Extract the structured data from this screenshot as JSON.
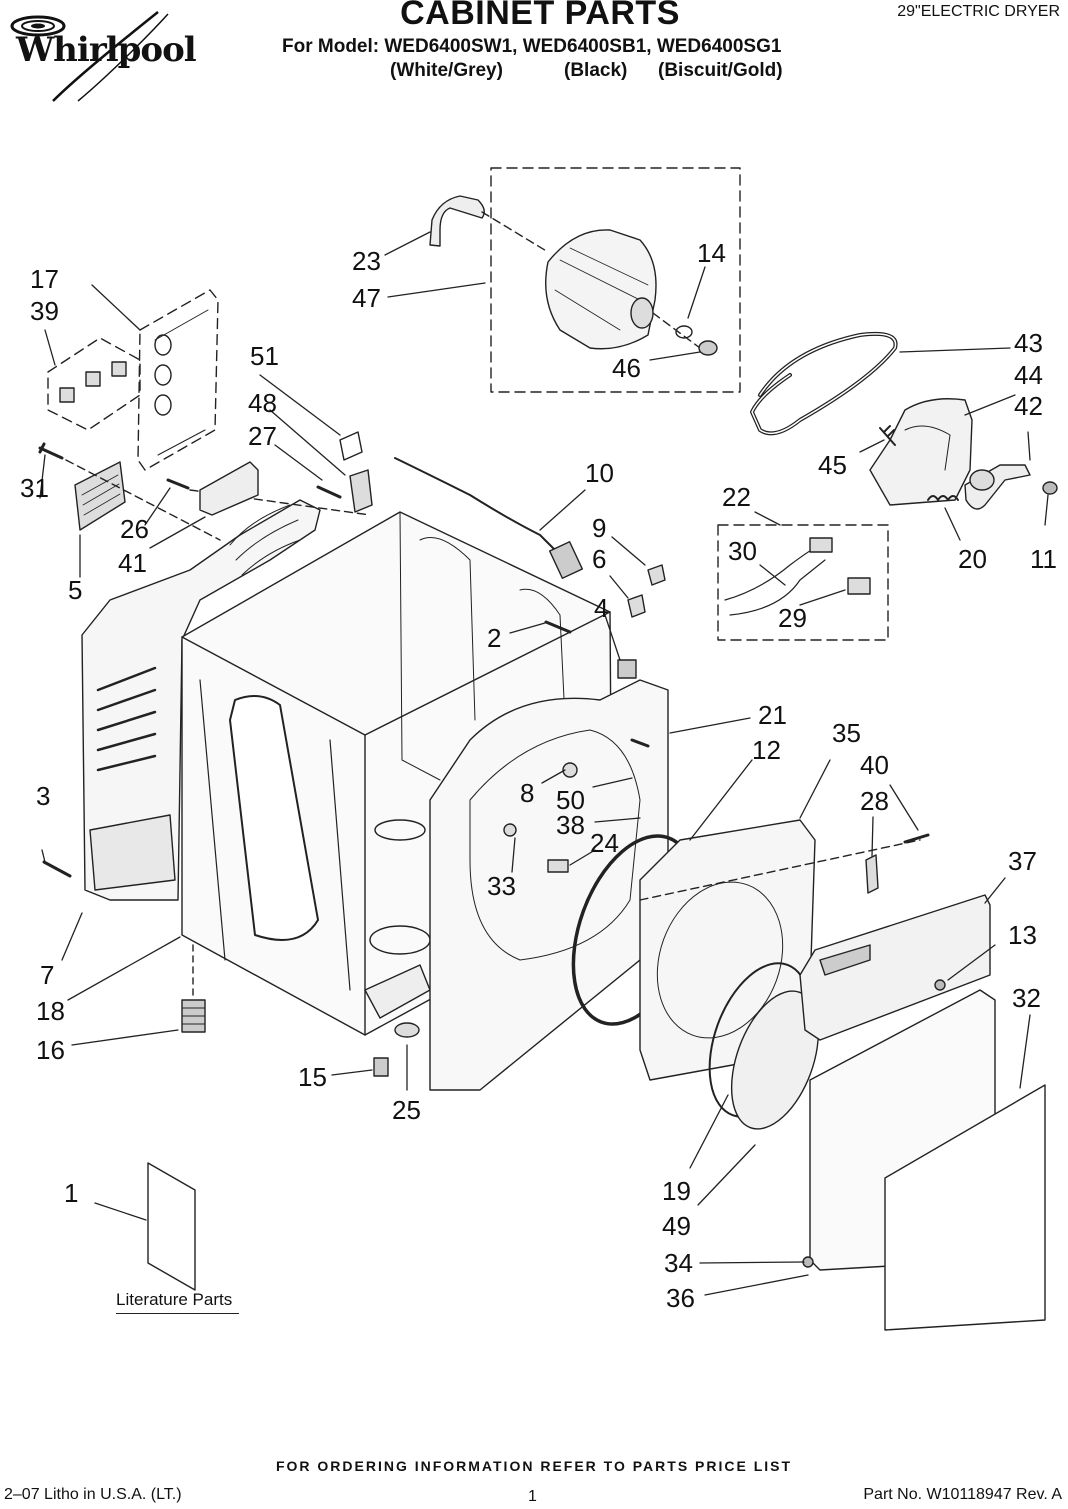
{
  "header": {
    "brand": "Whirlpool",
    "title": "CABINET PARTS",
    "model_line": "For Model: WED6400SW1, WED6400SB1, WED6400SG1",
    "variants": [
      "(White/Grey)",
      "(Black)",
      "(Biscuit/Gold)"
    ],
    "product": "29\"ELECTRIC DRYER"
  },
  "callouts": [
    "1",
    "2",
    "3",
    "4",
    "5",
    "6",
    "7",
    "8",
    "9",
    "10",
    "11",
    "12",
    "13",
    "14",
    "15",
    "16",
    "17",
    "18",
    "19",
    "20",
    "21",
    "22",
    "23",
    "24",
    "25",
    "26",
    "27",
    "28",
    "29",
    "30",
    "31",
    "32",
    "33",
    "34",
    "35",
    "36",
    "37",
    "38",
    "39",
    "40",
    "41",
    "42",
    "43",
    "44",
    "45",
    "46",
    "47",
    "48",
    "49",
    "50",
    "51"
  ],
  "literature_label": "Literature Parts",
  "footer": {
    "ordering_note": "FOR ORDERING INFORMATION REFER TO PARTS PRICE LIST",
    "litho": "2–07 Litho in U.S.A. (LT.)",
    "page": "1",
    "part_no": "Part No. W10118947 Rev. A"
  },
  "colors": {
    "line": "#222222",
    "shade": "#cfcfcf",
    "panel": "#eeeeee"
  }
}
